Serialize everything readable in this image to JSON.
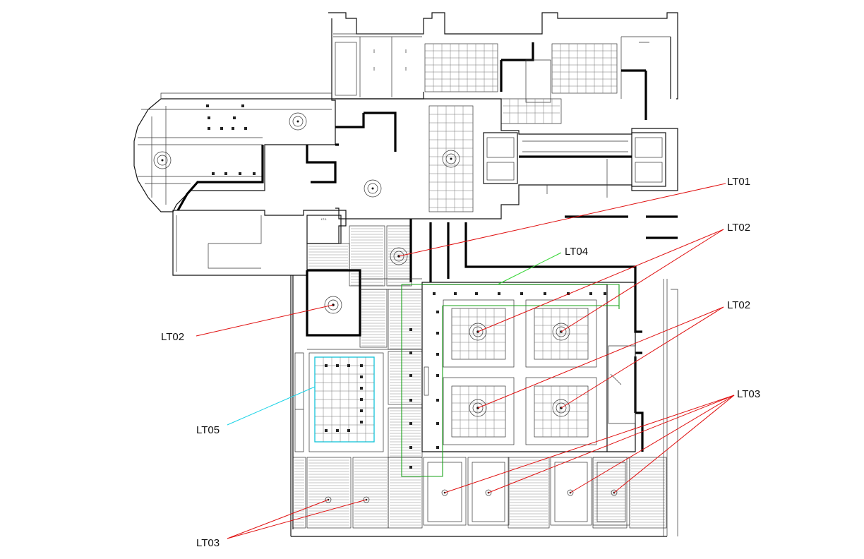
{
  "labels": {
    "lt01": "LT01",
    "lt02_top": "LT02",
    "lt02_mid": "LT02",
    "lt02_left": "LT02",
    "lt03_right": "LT03",
    "lt03_bottom": "LT03",
    "lt04": "LT04",
    "lt05": "LT05",
    "lt02_small_tag": "LT-1"
  },
  "colors": {
    "leader_red": "#e01010",
    "leader_green": "#2fd42f",
    "leader_cyan": "#18d2e6",
    "zone_green": "#19a319",
    "zone_cyan": "#10c4d8",
    "linework": "#111111",
    "background": "#ffffff"
  }
}
